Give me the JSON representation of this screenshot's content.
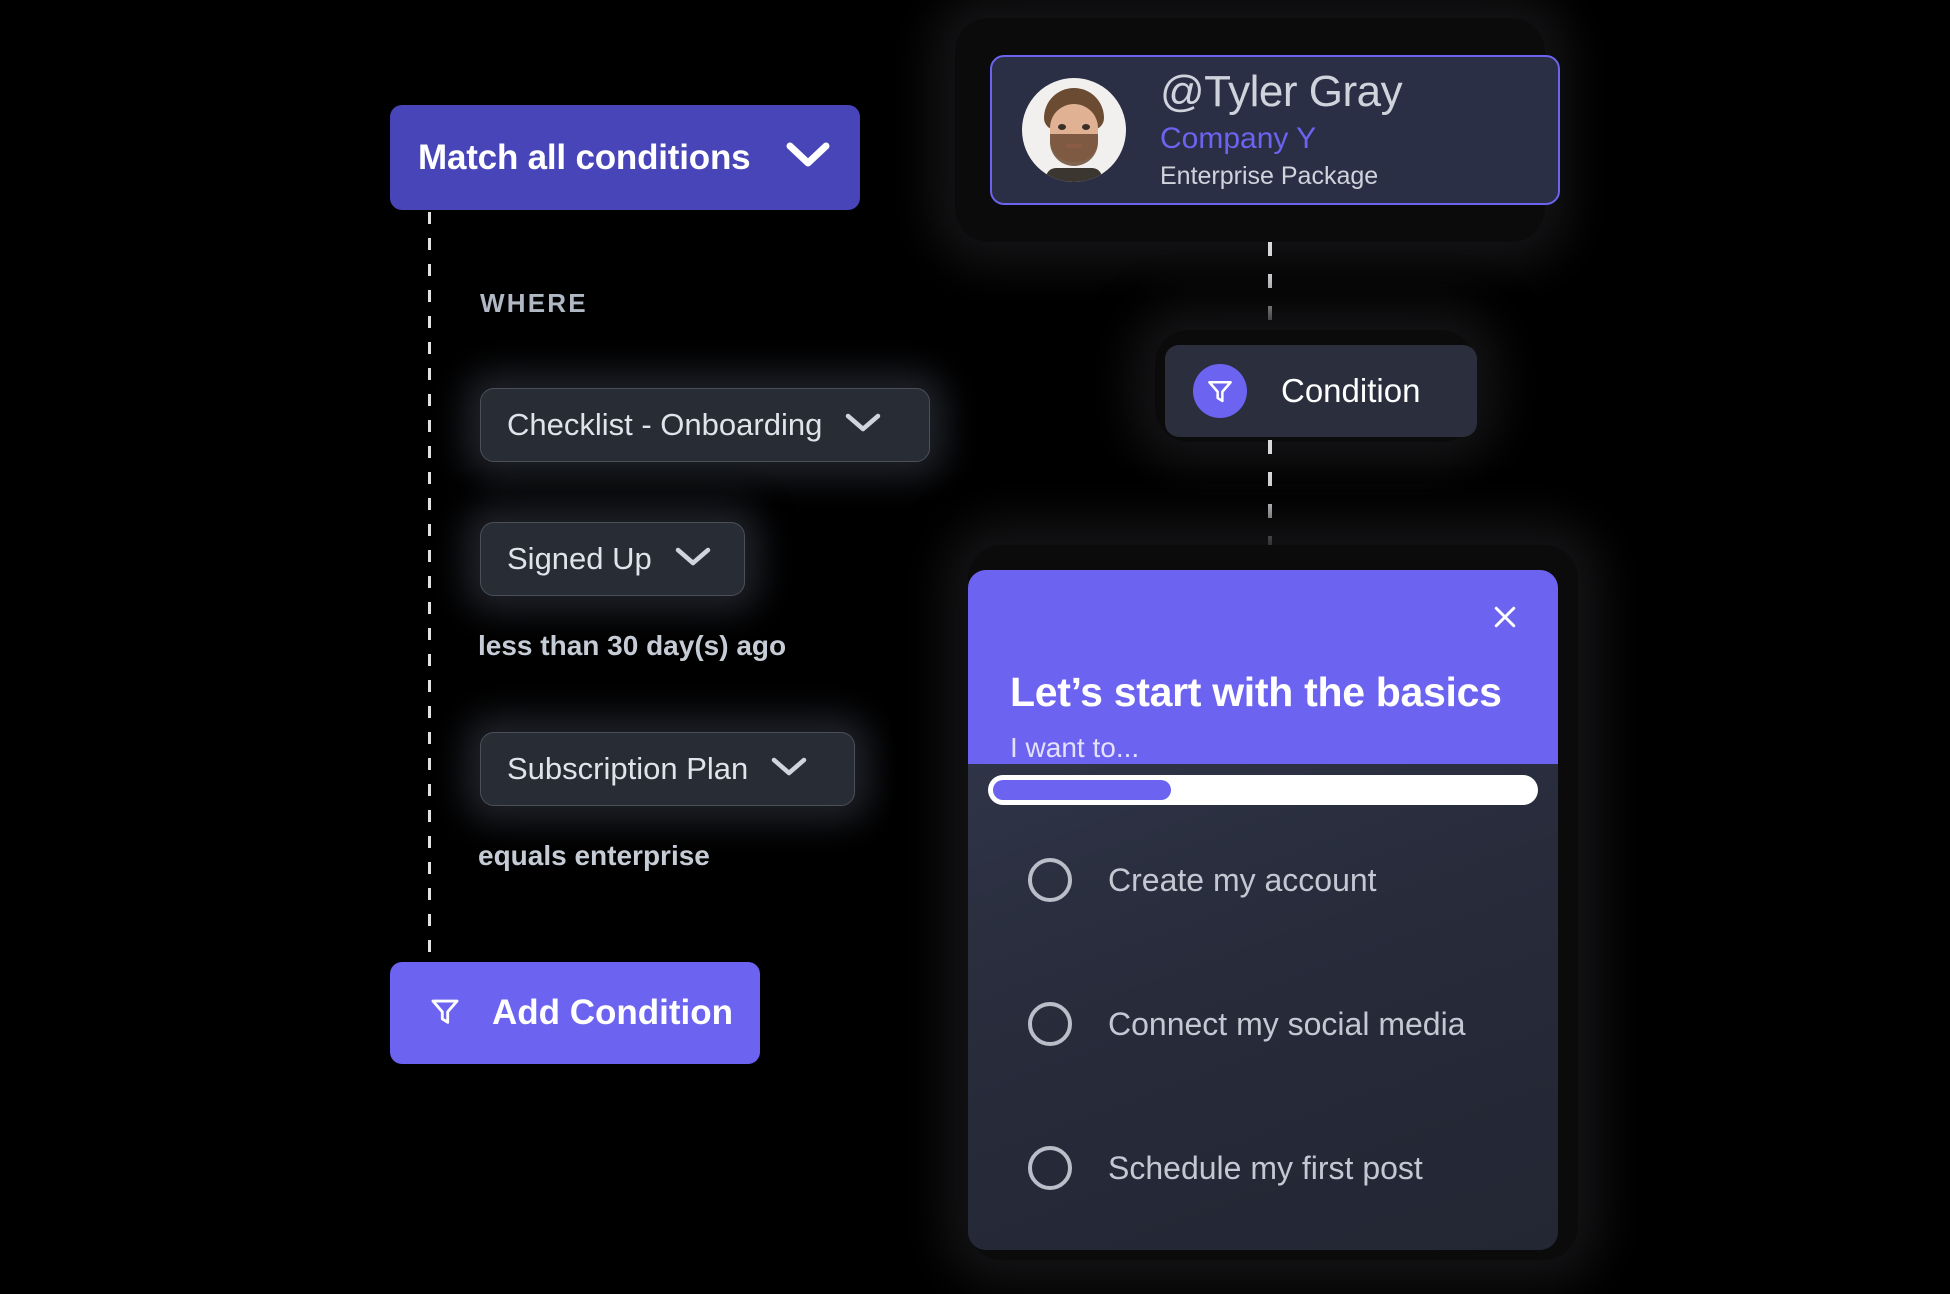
{
  "colors": {
    "accent_bright": "#6c63f0",
    "accent_deep": "#4845b8",
    "pill_bg": "#282c34",
    "card_bg": "#2b2f45",
    "page_bg": "#000000"
  },
  "condition_builder": {
    "match_button": {
      "label": "Match all conditions",
      "chevron_icon": "chevron-down-icon"
    },
    "where_label": "WHERE",
    "rows": [
      {
        "field": "Checklist - Onboarding",
        "note": ""
      },
      {
        "field": "Signed Up",
        "note": "less than 30 day(s) ago"
      },
      {
        "field": "Subscription Plan",
        "note": "equals enterprise"
      }
    ],
    "add_condition": {
      "label": "Add Condition",
      "icon": "filter-funnel-icon"
    }
  },
  "flow": {
    "user_card": {
      "handle": "@Tyler Gray",
      "company": "Company Y",
      "package": "Enterprise Package",
      "avatar_icon": "user-photo-avatar"
    },
    "condition_node": {
      "label": "Condition",
      "icon": "filter-funnel-icon"
    }
  },
  "modal": {
    "close_icon": "close-icon",
    "title": "Let’s start with the basics",
    "subtitle": "I want to...",
    "progress_percent": 33,
    "options": [
      "Create my account",
      "Connect my social media",
      "Schedule my first post"
    ]
  }
}
